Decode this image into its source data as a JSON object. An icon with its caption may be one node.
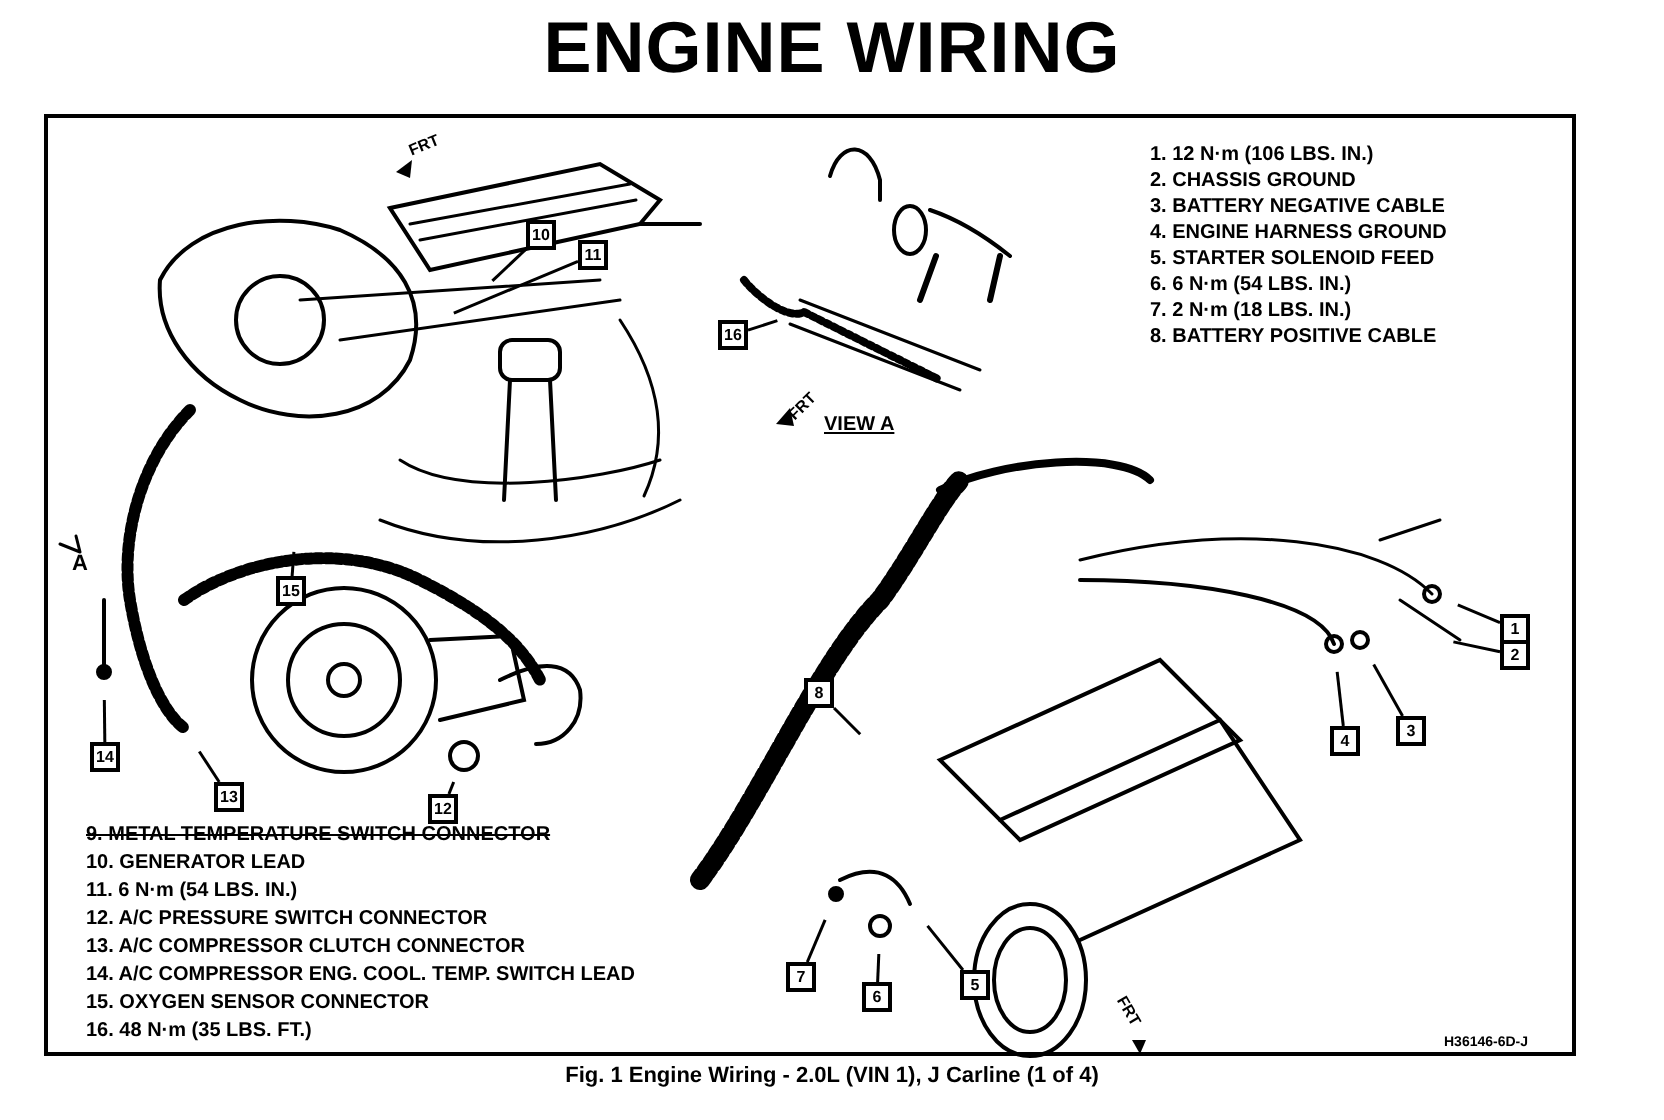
{
  "diagram": {
    "title": "ENGINE WIRING",
    "caption": "Fig. 1 Engine Wiring - 2.0L (VIN 1), J Carline (1 of 4)",
    "nodes": [
      {
        "text": [
          "10"
        ]
      },
      {
        "text": [
          "11"
        ]
      },
      {
        "text": [
          "16"
        ]
      },
      {
        "text": [
          "15"
        ]
      },
      {
        "text": [
          "1"
        ]
      },
      {
        "text": [
          "2"
        ]
      },
      {
        "text": [
          "8"
        ]
      },
      {
        "text": [
          "4"
        ]
      },
      {
        "text": [
          "3"
        ]
      },
      {
        "text": [
          "14"
        ]
      },
      {
        "text": [
          "13"
        ]
      },
      {
        "text": [
          "12"
        ]
      },
      {
        "text": [
          "7"
        ]
      },
      {
        "text": [
          "5"
        ]
      },
      {
        "text": [
          "6"
        ]
      }
    ],
    "edges": [
      {
        "from": 0,
        "to": null,
        "arrow": "none"
      },
      {
        "from": 1,
        "to": null,
        "arrow": "none"
      },
      {
        "from": 2,
        "to": null,
        "arrow": "none"
      },
      {
        "from": 3,
        "to": null,
        "arrow": "none"
      },
      {
        "from": 4,
        "to": null,
        "arrow": "none"
      },
      {
        "from": 5,
        "to": null,
        "arrow": "none"
      },
      {
        "from": 6,
        "to": null,
        "arrow": "none"
      },
      {
        "from": 7,
        "to": null,
        "arrow": "none"
      },
      {
        "from": 8,
        "to": null,
        "arrow": "none"
      },
      {
        "from": 9,
        "to": null,
        "arrow": "none"
      },
      {
        "from": 10,
        "to": null,
        "arrow": "none"
      },
      {
        "from": 11,
        "to": null,
        "arrow": "none"
      },
      {
        "from": 12,
        "to": null,
        "arrow": "none"
      },
      {
        "from": 13,
        "to": null,
        "arrow": "none"
      },
      {
        "from": 14,
        "to": null,
        "arrow": "none"
      }
    ],
    "labels": [
      "FRT",
      "1. 12 N·m (106 LBS. IN.)",
      "2. CHASSIS GROUND",
      "3. BATTERY NEGATIVE CABLE",
      "4. ENGINE HARNESS GROUND",
      "5. STARTER SOLENOID FEED",
      "6. 6 N·m (54 LBS. IN.)",
      "7. 2 N·m (18 LBS. IN.)",
      "8. BATTERY POSITIVE CABLE",
      "FRT",
      "VIEW A",
      "A",
      "9. METAL TEMPERATURE SWITCH CONNECTOR",
      "10. GENERATOR LEAD",
      "11. 6 N·m (54 LBS. IN.)",
      "12. A/C PRESSURE SWITCH CONNECTOR",
      "13. A/C COMPRESSOR CLUTCH CONNECTOR",
      "14. A/C COMPRESSOR ENG. COOL. TEMP. SWITCH LEAD",
      "15. OXYGEN SENSOR CONNECTOR",
      "16. 48 N·m (35 LBS. FT.)",
      "H36146-6D-J",
      "FRT"
    ]
  }
}
